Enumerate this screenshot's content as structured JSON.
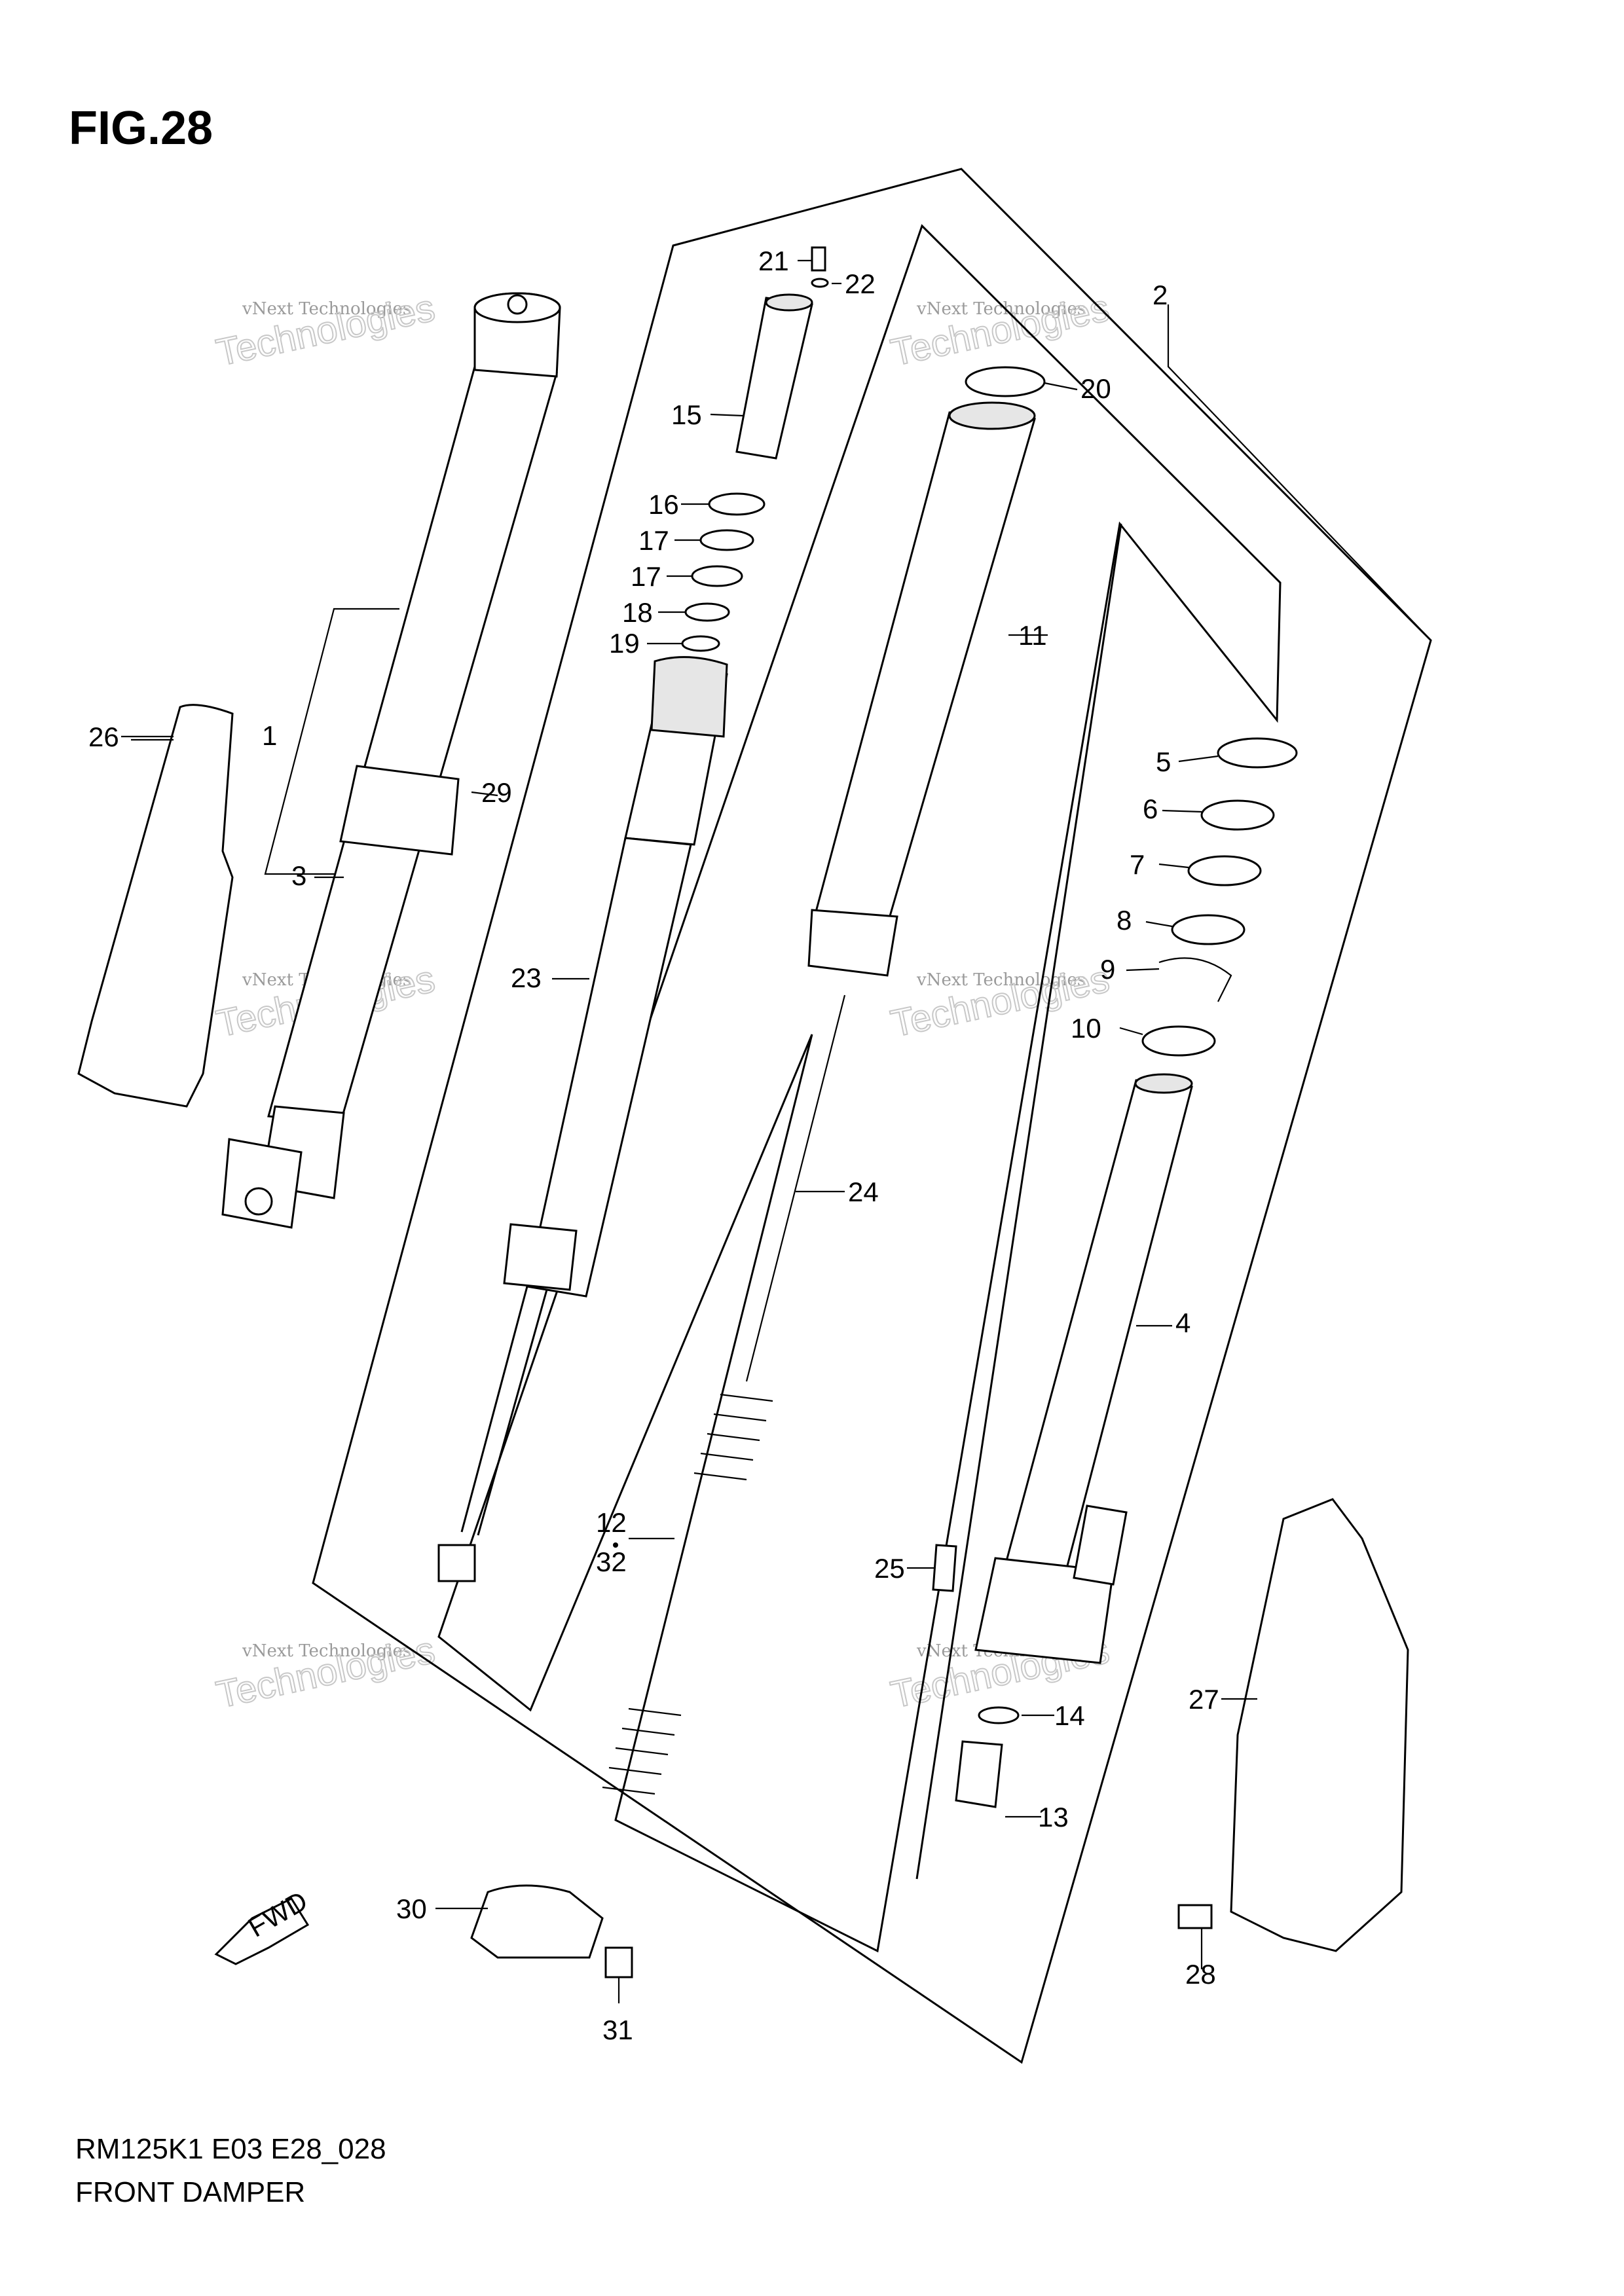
{
  "figure": {
    "title": "FIG.28",
    "model_code": "RM125K1 E03 E28_028",
    "caption": "FRONT DAMPER",
    "fwd_label": "FWD"
  },
  "watermark": {
    "line1": "vNext Technologies",
    "line2": "Technologies"
  },
  "callouts": [
    {
      "id": "c1",
      "text": "1"
    },
    {
      "id": "c2",
      "text": "2"
    },
    {
      "id": "c3",
      "text": "3"
    },
    {
      "id": "c4",
      "text": "4"
    },
    {
      "id": "c5",
      "text": "5"
    },
    {
      "id": "c6",
      "text": "6"
    },
    {
      "id": "c7",
      "text": "7"
    },
    {
      "id": "c8",
      "text": "8"
    },
    {
      "id": "c9",
      "text": "9"
    },
    {
      "id": "c10",
      "text": "10"
    },
    {
      "id": "c11",
      "text": "11"
    },
    {
      "id": "c12",
      "text": "12"
    },
    {
      "id": "c13",
      "text": "13"
    },
    {
      "id": "c14",
      "text": "14"
    },
    {
      "id": "c15",
      "text": "15"
    },
    {
      "id": "c16",
      "text": "16"
    },
    {
      "id": "c17a",
      "text": "17"
    },
    {
      "id": "c17b",
      "text": "17"
    },
    {
      "id": "c18",
      "text": "18"
    },
    {
      "id": "c19",
      "text": "19"
    },
    {
      "id": "c20",
      "text": "20"
    },
    {
      "id": "c21",
      "text": "21"
    },
    {
      "id": "c22",
      "text": "22"
    },
    {
      "id": "c23",
      "text": "23"
    },
    {
      "id": "c24",
      "text": "24"
    },
    {
      "id": "c25",
      "text": "25"
    },
    {
      "id": "c26",
      "text": "26"
    },
    {
      "id": "c27",
      "text": "27"
    },
    {
      "id": "c28",
      "text": "28"
    },
    {
      "id": "c29",
      "text": "29"
    },
    {
      "id": "c30",
      "text": "30"
    },
    {
      "id": "c31",
      "text": "31"
    },
    {
      "id": "c32",
      "text": "32"
    }
  ]
}
